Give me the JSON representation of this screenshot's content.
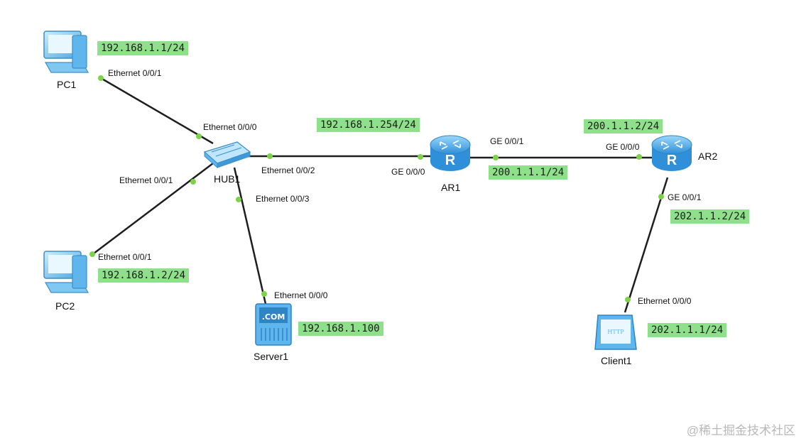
{
  "devices": {
    "pc1": {
      "name": "PC1",
      "ip": "192.168.1.1/24",
      "port": "Ethernet 0/0/1"
    },
    "pc2": {
      "name": "PC2",
      "ip": "192.168.1.2/24",
      "port": "Ethernet 0/0/1"
    },
    "hub1": {
      "name": "HUB1",
      "ports": [
        "Ethernet 0/0/0",
        "Ethernet 0/0/1",
        "Ethernet 0/0/2",
        "Ethernet 0/0/3"
      ]
    },
    "server1": {
      "name": "Server1",
      "ip": "192.168.1.100",
      "port": "Ethernet 0/0/0",
      "screen_text": ".COM"
    },
    "ar1": {
      "name": "AR1",
      "ip_g000": "192.168.1.254/24",
      "ip_g001": "200.1.1.1/24",
      "port_g000": "GE 0/0/0",
      "port_g001": "GE 0/0/1"
    },
    "ar2": {
      "name": "AR2",
      "ip_g000": "200.1.1.2/24",
      "ip_g001": "202.1.1.2/24",
      "port_g000": "GE 0/0/0",
      "port_g001": "GE 0/0/1"
    },
    "client1": {
      "name": "Client1",
      "ip": "202.1.1.1/24",
      "port": "Ethernet 0/0/0",
      "screen_text": "HTTP"
    }
  },
  "colors": {
    "ip_label_bg": "#8fe08a",
    "link": "#1e1e1e",
    "port_dot": "#7dd348",
    "device_blue": "#5eb6ec"
  },
  "watermark": "@稀土掘金技术社区"
}
